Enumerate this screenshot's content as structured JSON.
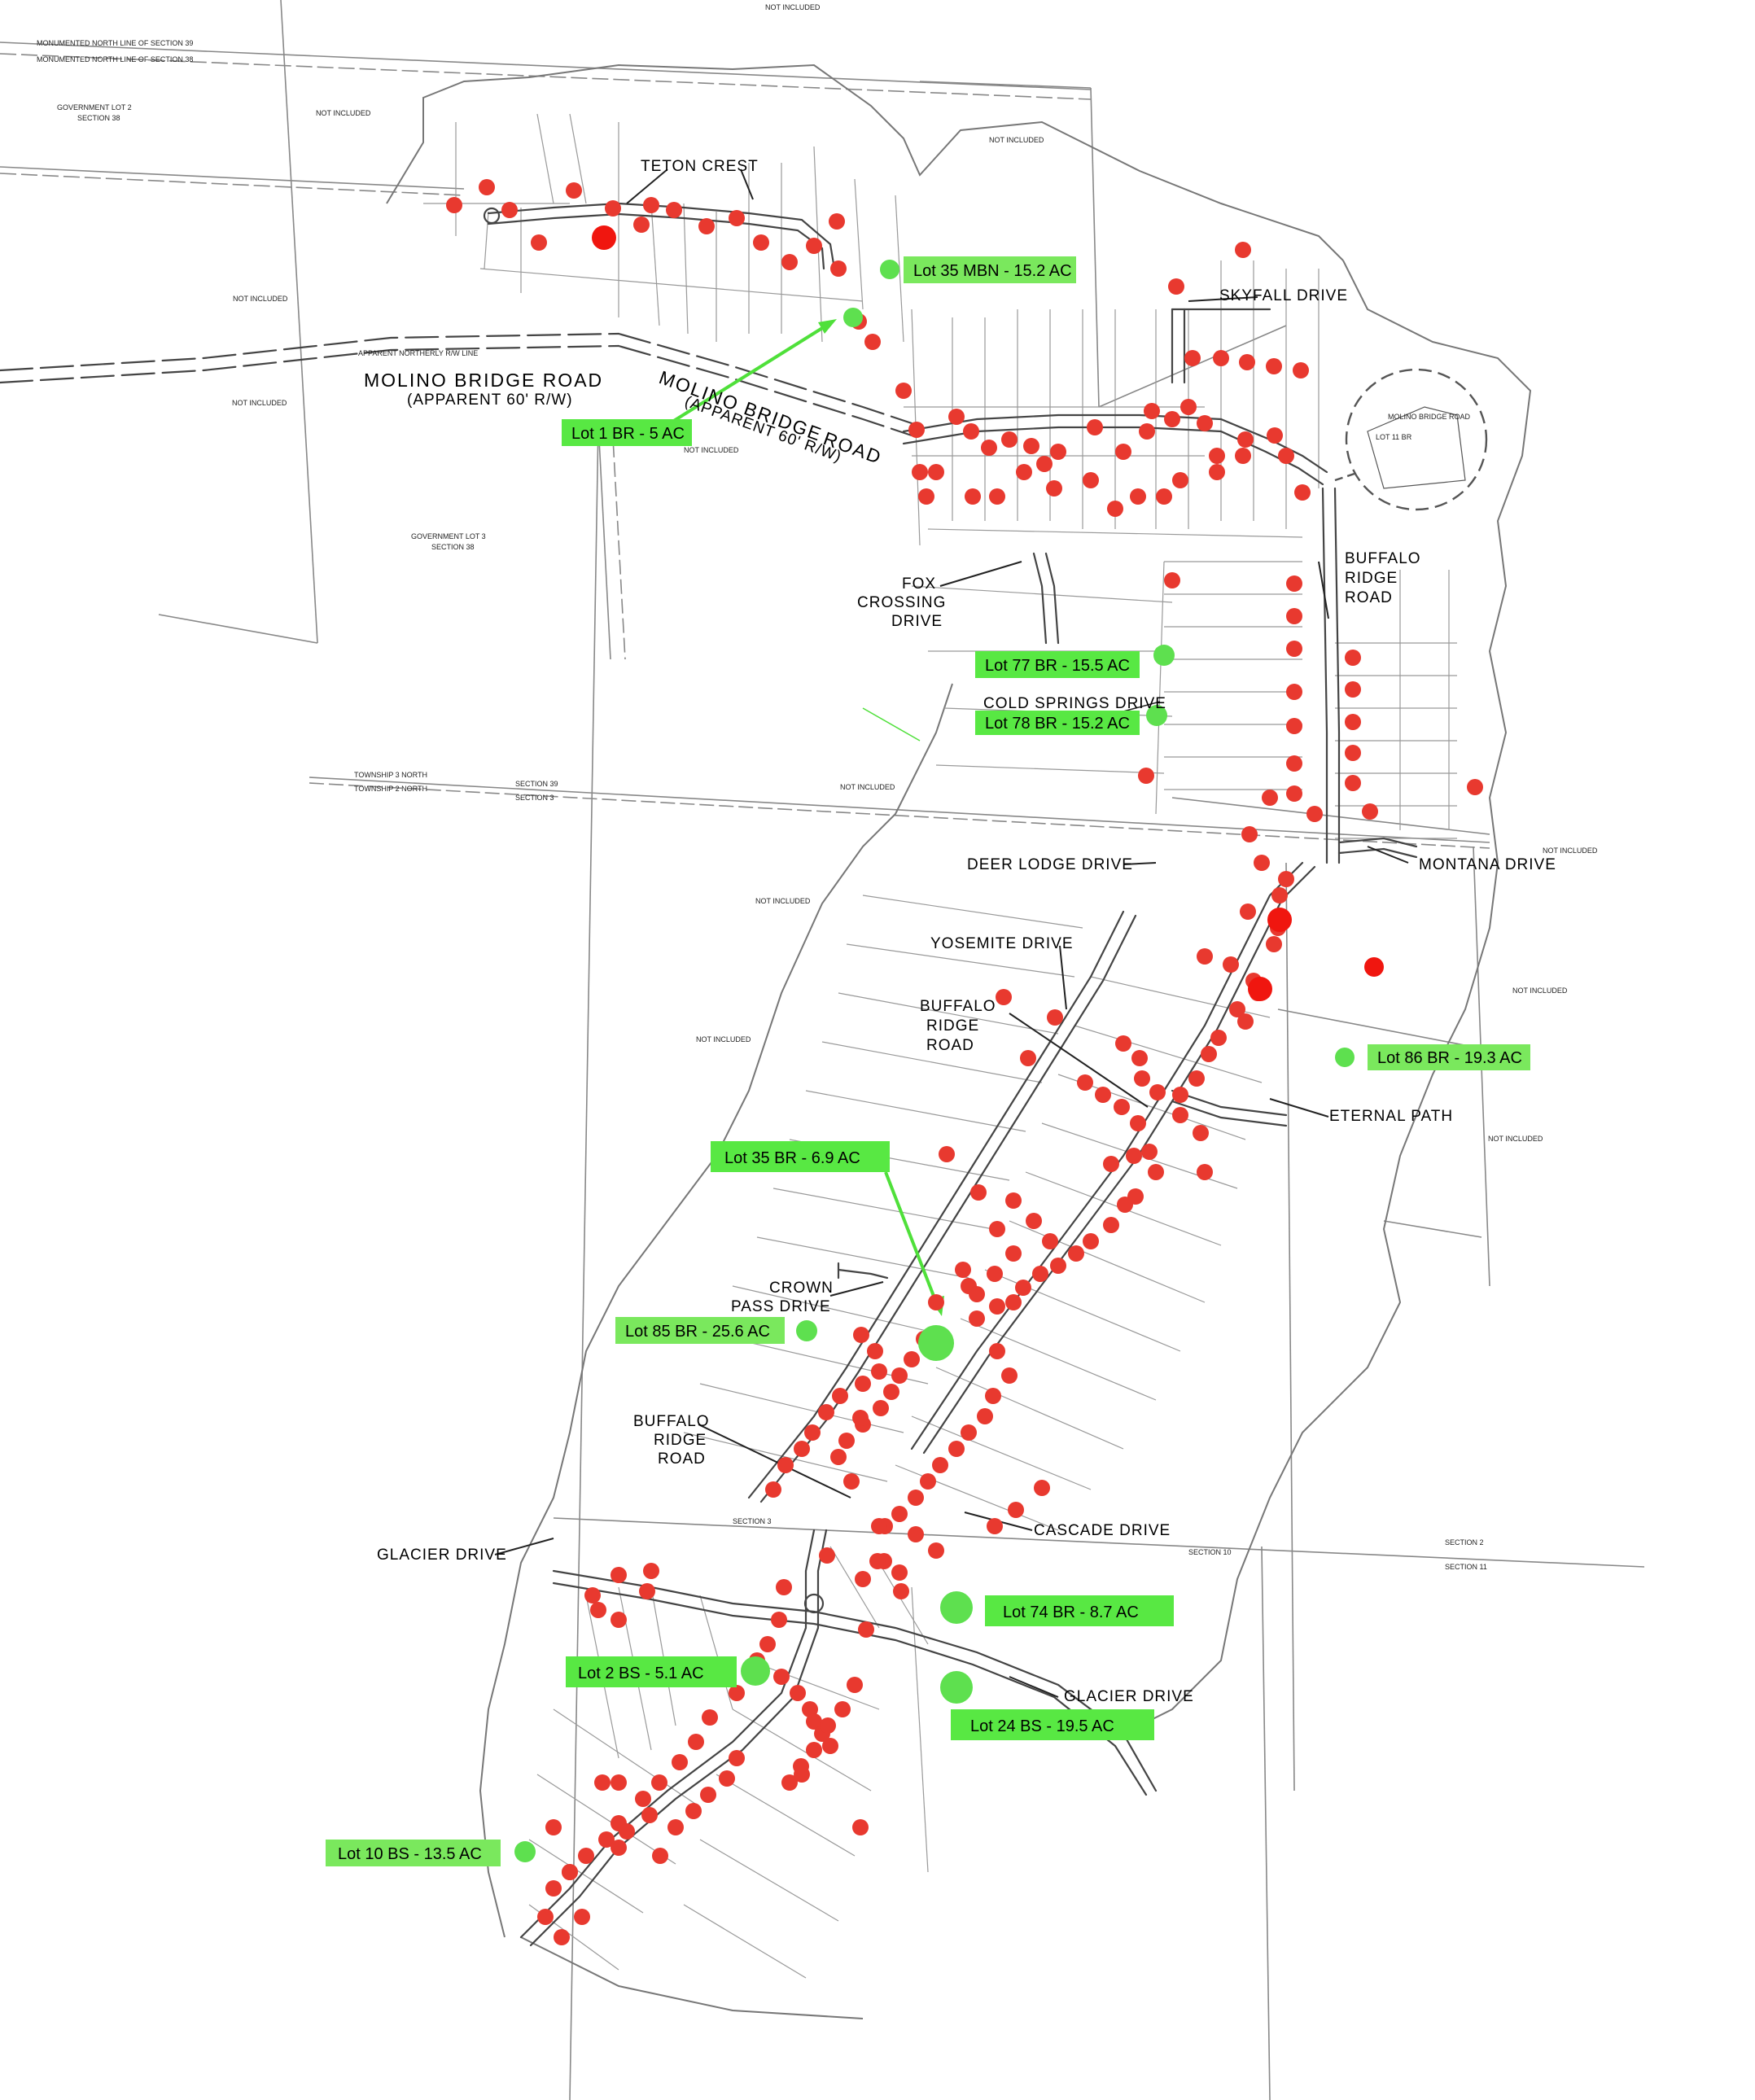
{
  "colors": {
    "unavailable_dot": "#e8392f",
    "available_dot": "#5ee04f",
    "callout_fill": "#58e843",
    "callout_fill_light": "#7ae85d",
    "line": "#555555",
    "road": "#444444",
    "boundary": "#777777",
    "background": "#ffffff"
  },
  "road_labels": [
    {
      "id": "teton-crest",
      "text": "TETON CREST"
    },
    {
      "id": "molino-bridge-road-1",
      "text": "MOLINO BRIDGE ROAD"
    },
    {
      "id": "molino-bridge-road-1-sub",
      "text": "(APPARENT 60' R/W)"
    },
    {
      "id": "molino-bridge-road-2",
      "text": "MOLINO BRIDGE"
    },
    {
      "id": "molino-bridge-road-2b",
      "text": "ROAD"
    },
    {
      "id": "molino-bridge-road-2-sub",
      "text": "(APPARENT 60' R/W)"
    },
    {
      "id": "skyfall-drive",
      "text": "SKYFALL DRIVE"
    },
    {
      "id": "buffalo-ridge-road-1a",
      "text": "BUFFALO"
    },
    {
      "id": "buffalo-ridge-road-1b",
      "text": "RIDGE"
    },
    {
      "id": "buffalo-ridge-road-1c",
      "text": "ROAD"
    },
    {
      "id": "fox-crossing-drive-a",
      "text": "FOX"
    },
    {
      "id": "fox-crossing-drive-b",
      "text": "CROSSING"
    },
    {
      "id": "fox-crossing-drive-c",
      "text": "DRIVE"
    },
    {
      "id": "cold-springs-drive",
      "text": "COLD SPRINGS DRIVE"
    },
    {
      "id": "deer-lodge-drive",
      "text": "DEER LODGE DRIVE"
    },
    {
      "id": "montana-drive",
      "text": "MONTANA DRIVE"
    },
    {
      "id": "yosemite-drive",
      "text": "YOSEMITE DRIVE"
    },
    {
      "id": "buffalo-ridge-road-2a",
      "text": "BUFFALO"
    },
    {
      "id": "buffalo-ridge-road-2b",
      "text": "RIDGE"
    },
    {
      "id": "buffalo-ridge-road-2c",
      "text": "ROAD"
    },
    {
      "id": "eternal-path",
      "text": "ETERNAL PATH"
    },
    {
      "id": "crown-pass-drive-a",
      "text": "CROWN"
    },
    {
      "id": "crown-pass-drive-b",
      "text": "PASS DRIVE"
    },
    {
      "id": "buffalo-ridge-road-3a",
      "text": "BUFFALO"
    },
    {
      "id": "buffalo-ridge-road-3b",
      "text": "RIDGE"
    },
    {
      "id": "buffalo-ridge-road-3c",
      "text": "ROAD"
    },
    {
      "id": "cascade-drive",
      "text": "CASCADE DRIVE"
    },
    {
      "id": "glacier-drive-1",
      "text": "GLACIER DRIVE"
    },
    {
      "id": "glacier-drive-2",
      "text": "GLACIER DRIVE"
    }
  ],
  "small_labels": [
    {
      "id": "sl-1",
      "text": "NOT INCLUDED"
    },
    {
      "id": "sl-2",
      "text": "MONUMENTED NORTH LINE OF SECTION 39"
    },
    {
      "id": "sl-3",
      "text": "MONUMENTED NORTH LINE OF SECTION 38"
    },
    {
      "id": "sl-4",
      "text": "GOVERNMENT LOT 2"
    },
    {
      "id": "sl-5",
      "text": "SECTION 38"
    },
    {
      "id": "sl-6",
      "text": "NOT INCLUDED"
    },
    {
      "id": "sl-7",
      "text": "NOT INCLUDED"
    },
    {
      "id": "sl-8",
      "text": "NOT INCLUDED"
    },
    {
      "id": "sl-9",
      "text": "GOVERNMENT LOT 3"
    },
    {
      "id": "sl-10",
      "text": "SECTION 38"
    },
    {
      "id": "sl-11",
      "text": "NOT INCLUDED"
    },
    {
      "id": "sl-12",
      "text": "NOT INCLUDED"
    },
    {
      "id": "sl-13",
      "text": "TOWNSHIP 3 NORTH"
    },
    {
      "id": "sl-14",
      "text": "TOWNSHIP 2 NORTH"
    },
    {
      "id": "sl-15",
      "text": "SECTION 39"
    },
    {
      "id": "sl-16",
      "text": "SECTION 3"
    },
    {
      "id": "sl-17",
      "text": "NOT INCLUDED"
    },
    {
      "id": "sl-18",
      "text": "NOT INCLUDED"
    },
    {
      "id": "sl-19",
      "text": "NOT INCLUDED"
    },
    {
      "id": "sl-20",
      "text": "NOT INCLUDED"
    },
    {
      "id": "sl-21",
      "text": "NOT INCLUDED"
    },
    {
      "id": "sl-22",
      "text": "NOT INCLUDED"
    },
    {
      "id": "sl-23",
      "text": "SECTION 3"
    },
    {
      "id": "sl-24",
      "text": "SECTION 10"
    },
    {
      "id": "sl-25",
      "text": "SECTION 2"
    },
    {
      "id": "sl-26",
      "text": "SECTION 11"
    },
    {
      "id": "sl-27",
      "text": "MOLINO BRIDGE ROAD"
    },
    {
      "id": "sl-28",
      "text": "LOT 11 BR"
    },
    {
      "id": "sl-29",
      "text": "APPARENT NORTHERLY R/W LINE"
    }
  ],
  "callouts": [
    {
      "id": "lot-35-mbn",
      "text": "Lot 35 MBN - 15.2 AC"
    },
    {
      "id": "lot-1-br",
      "text": "Lot 1 BR - 5 AC"
    },
    {
      "id": "lot-77-br",
      "text": "Lot 77 BR - 15.5 AC"
    },
    {
      "id": "lot-78-br",
      "text": "Lot 78 BR - 15.2 AC"
    },
    {
      "id": "lot-86-br",
      "text": "Lot 86 BR - 19.3 AC"
    },
    {
      "id": "lot-35-br",
      "text": "Lot 35 BR - 6.9 AC"
    },
    {
      "id": "lot-85-br",
      "text": "Lot 85 BR - 25.6 AC"
    },
    {
      "id": "lot-74-br",
      "text": "Lot 74 BR - 8.7 AC"
    },
    {
      "id": "lot-2-bs",
      "text": "Lot 2 BS - 5.1 AC"
    },
    {
      "id": "lot-24-bs",
      "text": "Lot 24 BS - 19.5 AC"
    },
    {
      "id": "lot-10-bs",
      "text": "Lot 10 BS - 13.5 AC"
    }
  ]
}
